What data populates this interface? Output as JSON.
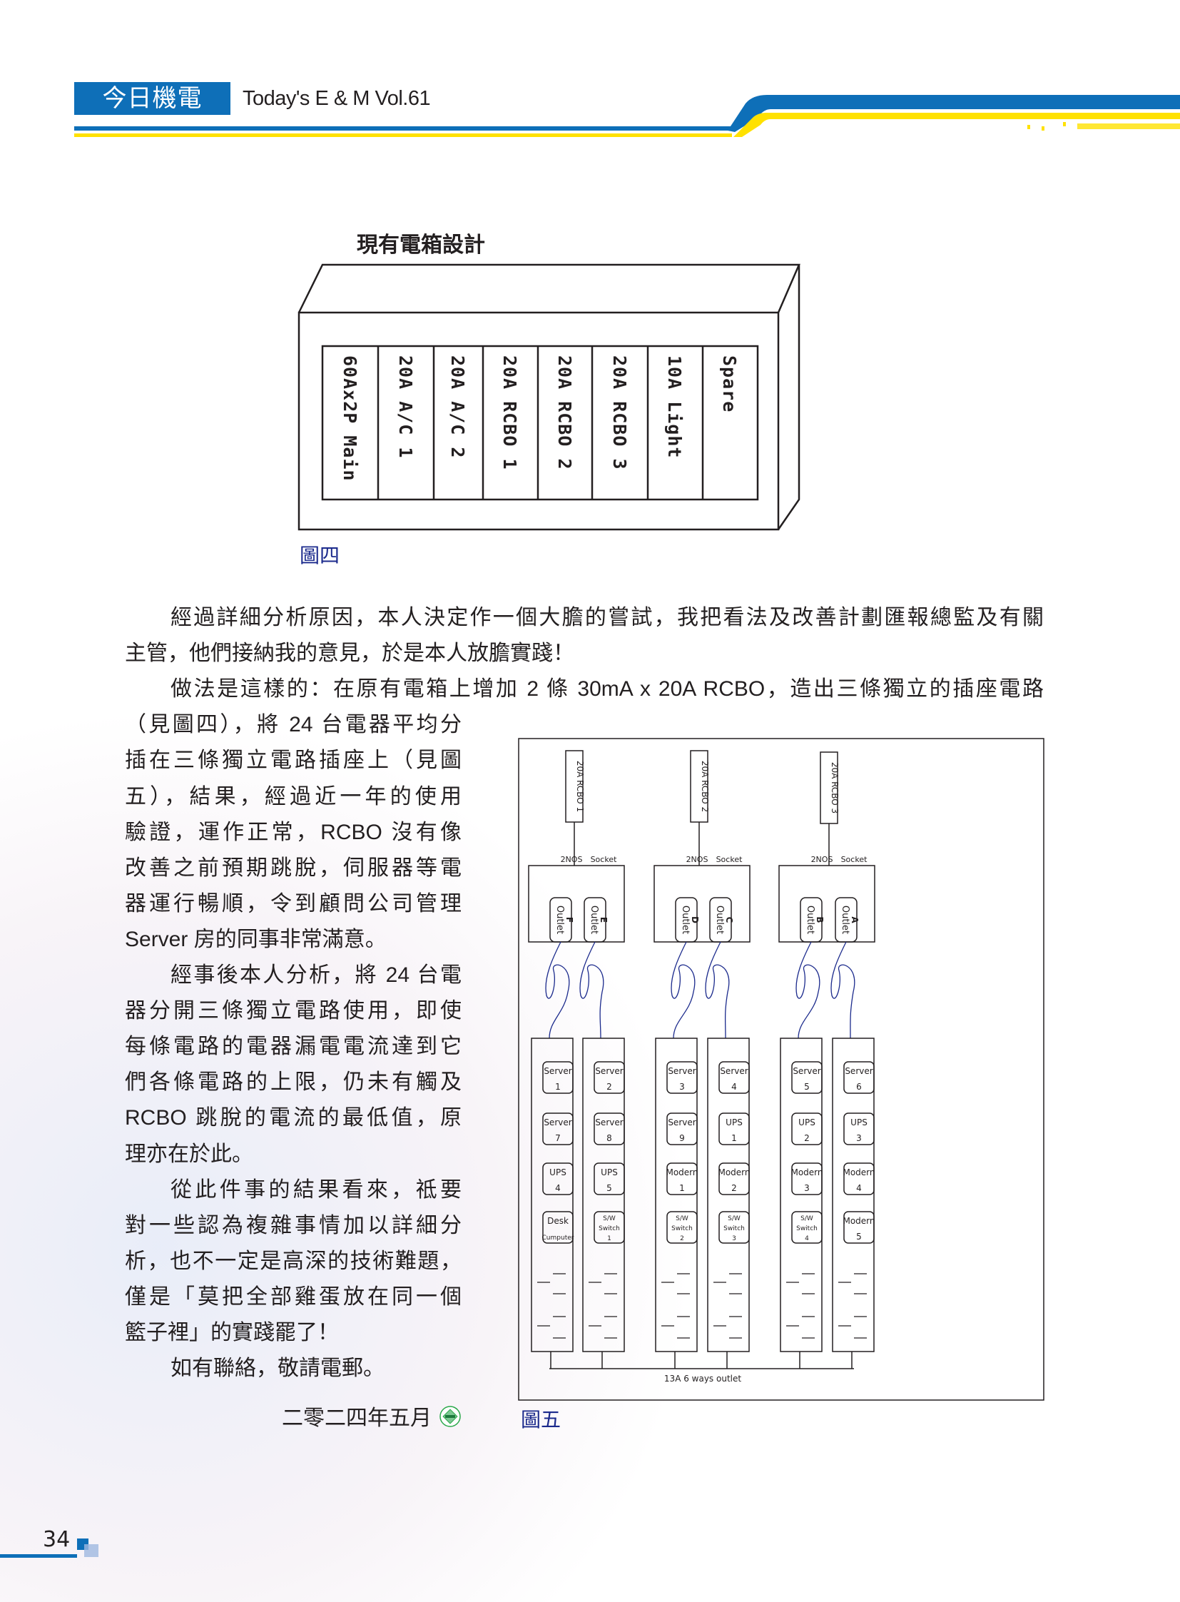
{
  "header": {
    "logo_text": "今日機電",
    "title": "Today's E & M  Vol.61"
  },
  "figure4": {
    "title": "現有電箱設計",
    "breakers": [
      "60Ax2P Main",
      "20A A/C 1",
      "20A A/C 2",
      "20A RCBO 1",
      "20A RCBO 2",
      "20A RCBO 3",
      "10A Light",
      "Spare"
    ],
    "caption": "圖四"
  },
  "article": {
    "lines": [
      "經過詳細分析原因，本人決定作一個大膽的嘗試，我把看法及改善計劃匯報總監及有關",
      "主管，他們接納我的意見，於是本人放膽實踐！",
      "做法是這樣的：在原有電箱上增加 2 條 30mA x 20A RCBO，造出三條獨立的插座電路",
      "（見圖四），將 24 台電器平均分",
      "插在三條獨立電路插座上（見圖",
      "五），結果，經過近一年的使用",
      "驗證，運作正常，RCBO 沒有像",
      "改善之前預期跳脫，伺服器等電",
      "器運行暢順，令到顧問公司管理",
      "Server 房的同事非常滿意。",
      "經事後本人分析，將 24 台電",
      "器分開三條獨立電路使用，即使",
      "每條電路的電器漏電電流達到它",
      "們各條電路的上限，仍未有觸及",
      "RCBO 跳脫的電流的最低值，原",
      "理亦在於此。",
      "從此件事的結果看來，祗要",
      "對一些認為複雜事情加以詳細分",
      "析，也不一定是高深的技術難題，",
      "僅是「莫把全部雞蛋放在同一個",
      "籃子裡」的實踐罷了！",
      "如有聯絡，敬請電郵。"
    ],
    "date": "二零二四年五月"
  },
  "figure5": {
    "groups": [
      {
        "rcbo": "20A RCBO 1",
        "left_label": "2NOS",
        "right_label": "Socket",
        "outlets": [
          [
            "Outlet",
            "F"
          ],
          [
            "Outlet",
            "E"
          ]
        ],
        "strips": [
          [
            [
              "Server",
              "1"
            ],
            [
              "Server",
              "7"
            ],
            [
              "UPS",
              "4"
            ],
            [
              "Desk",
              "Cumputer"
            ]
          ],
          [
            [
              "Server",
              "2"
            ],
            [
              "Server",
              "8"
            ],
            [
              "UPS",
              "5"
            ],
            [
              "S/W",
              "Switch",
              "1"
            ]
          ]
        ]
      },
      {
        "rcbo": "20A RCBO 2",
        "left_label": "2NOS",
        "right_label": "Socket",
        "outlets": [
          [
            "Outlet",
            "D"
          ],
          [
            "Outlet",
            "C"
          ]
        ],
        "strips": [
          [
            [
              "Server",
              "3"
            ],
            [
              "Server",
              "9"
            ],
            [
              "Modern",
              "1"
            ],
            [
              "S/W",
              "Switch",
              "2"
            ]
          ],
          [
            [
              "Server",
              "4"
            ],
            [
              "UPS",
              "1"
            ],
            [
              "Modern",
              "2"
            ],
            [
              "S/W",
              "Switch",
              "3"
            ]
          ]
        ]
      },
      {
        "rcbo": "20A RCBO 3",
        "left_label": "2NOS",
        "right_label": "Socket",
        "outlets": [
          [
            "Outlet",
            "B"
          ],
          [
            "Outlet",
            "A"
          ]
        ],
        "strips": [
          [
            [
              "Server",
              "5"
            ],
            [
              "UPS",
              "2"
            ],
            [
              "Modern",
              "3"
            ],
            [
              "S/W",
              "Switch",
              "4"
            ]
          ],
          [
            [
              "Server",
              "6"
            ],
            [
              "UPS",
              "3"
            ],
            [
              "Modern",
              "4"
            ],
            [
              "Modern",
              "5"
            ]
          ]
        ]
      }
    ],
    "bus_label": "13A 6 ways outlet",
    "caption": "圖五"
  },
  "page_number": "34",
  "colors": {
    "brand_blue": "#0e6fb8",
    "brand_yellow": "#ffe100",
    "caption_blue": "#1b2a8c"
  }
}
